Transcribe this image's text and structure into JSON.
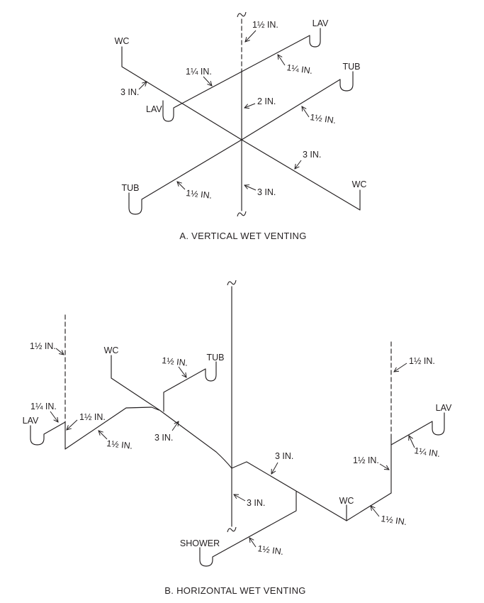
{
  "figure": {
    "background": "#ffffff",
    "ink": "#231f20"
  },
  "diagram_a": {
    "caption": "A. VERTICAL WET VENTING",
    "fixtures": {
      "wc_top_left": "WC",
      "lav_mid_left": "LAV",
      "lav_top_right": "LAV",
      "tub_mid_right": "TUB",
      "tub_bottom_left": "TUB",
      "wc_bottom_right": "WC"
    },
    "pipe_sizes": {
      "vent": "1½ IN.",
      "lav_left_branch": "1¼ IN.",
      "lav_right_branch": "1¼ IN.",
      "stack_upper": "2 IN.",
      "tub_right_branch": "1½ IN.",
      "wc_top_branch": "3 IN.",
      "tub_left_branch": "1½ IN.",
      "wc_bottom_branch": "3 IN.",
      "stack_lower": "3 IN."
    }
  },
  "diagram_b": {
    "caption": "B. HORIZONTAL WET VENTING",
    "fixtures": {
      "wc_left": "WC",
      "tub_left": "TUB",
      "lav_left": "LAV",
      "shower": "SHOWER",
      "wc_right": "WC",
      "lav_right": "LAV"
    },
    "pipe_sizes": {
      "vent_left": "1½ IN.",
      "lav_left_branch": "1¼ IN.",
      "riser_left": "1½ IN.",
      "wet_vent": "1½ IN.",
      "tub_left_branch": "1½ IN.",
      "main_drain": "3 IN.",
      "stack": "3 IN.",
      "branch_right": "3 IN.",
      "shower_branch": "1½ IN.",
      "wc_right_branch": "1½ IN.",
      "riser_right": "1½ IN.",
      "vent_right": "1½ IN.",
      "lav_right_branch": "1¼ IN."
    }
  }
}
